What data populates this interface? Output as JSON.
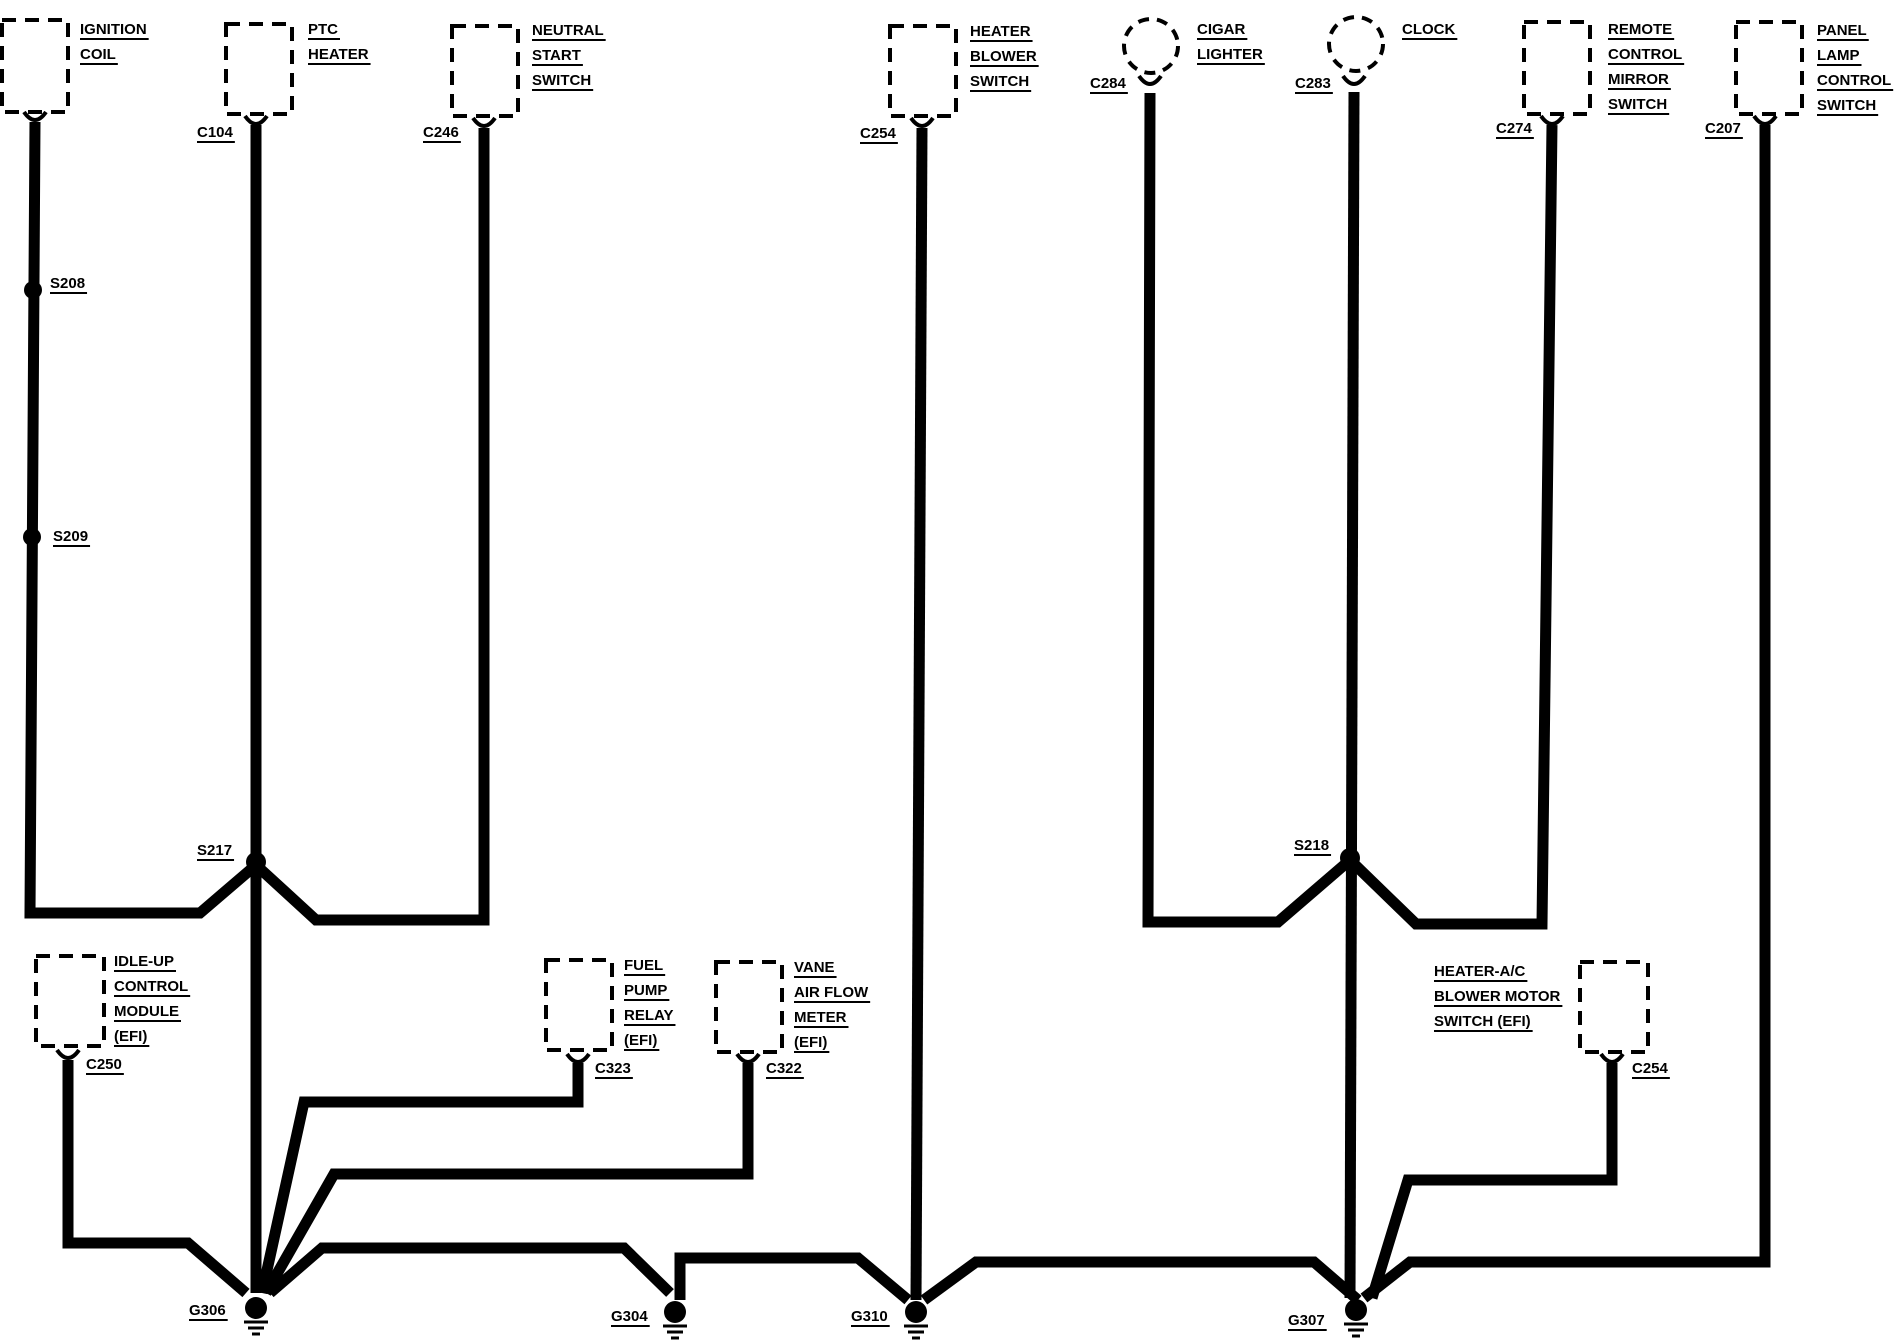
{
  "components": {
    "ignition_coil": [
      "IGNITION",
      "COIL"
    ],
    "ptc_heater": [
      "PTC",
      "HEATER"
    ],
    "neutral_start_switch": [
      "NEUTRAL",
      "START",
      "SWITCH"
    ],
    "heater_blower_switch": [
      "HEATER",
      "BLOWER",
      "SWITCH"
    ],
    "cigar_lighter": [
      "CIGAR",
      "LIGHTER"
    ],
    "clock": [
      "CLOCK"
    ],
    "remote_control_mirror_switch": [
      "REMOTE",
      "CONTROL",
      "MIRROR",
      "SWITCH"
    ],
    "panel_lamp_control_switch": [
      "PANEL",
      "LAMP",
      "CONTROL",
      "SWITCH"
    ],
    "idle_up_control_module": [
      "IDLE-UP",
      "CONTROL",
      "MODULE",
      "(EFI)"
    ],
    "fuel_pump_relay": [
      "FUEL",
      "PUMP",
      "RELAY",
      "(EFI)"
    ],
    "vane_air_flow_meter": [
      "VANE",
      "AIR FLOW",
      "METER",
      "(EFI)"
    ],
    "heater_ac_blower_motor_switch": [
      "HEATER-A/C",
      "BLOWER MOTOR",
      "SWITCH (EFI)"
    ]
  },
  "connectors": {
    "c104": "C104",
    "c246": "C246",
    "c254_top": "C254",
    "c284": "C284",
    "c283": "C283",
    "c274": "C274",
    "c207": "C207",
    "c250": "C250",
    "c323": "C323",
    "c322": "C322",
    "c254_bottom": "C254"
  },
  "splices": {
    "s208": "S208",
    "s209": "S209",
    "s217": "S217",
    "s218": "S218"
  },
  "grounds": {
    "g306": "G306",
    "g304": "G304",
    "g310": "G310",
    "g307": "G307"
  },
  "colors": {
    "wire": "#000000",
    "background": "#ffffff"
  }
}
